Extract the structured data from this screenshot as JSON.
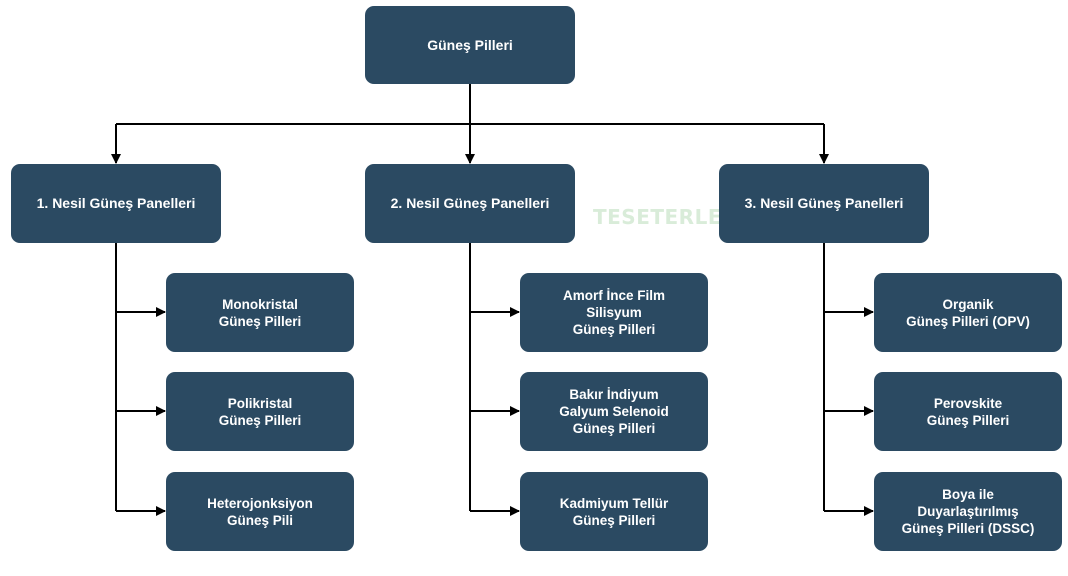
{
  "root": {
    "label": "Güneş Pilleri"
  },
  "generations": [
    {
      "label": "1. Nesil Güneş Panelleri",
      "children": [
        {
          "label": "Monokristal\nGüneş Pilleri"
        },
        {
          "label": "Polikristal\nGüneş Pilleri"
        },
        {
          "label": "Heterojonksiyon\nGüneş Pili"
        }
      ]
    },
    {
      "label": "2. Nesil Güneş Panelleri",
      "children": [
        {
          "label": "Amorf İnce Film\nSilisyum\nGüneş Pilleri"
        },
        {
          "label": "Bakır İndiyum\nGalyum Selenoid\nGüneş Pilleri"
        },
        {
          "label": "Kadmiyum Tellür\nGüneş Pilleri"
        }
      ]
    },
    {
      "label": "3. Nesil Güneş Panelleri",
      "children": [
        {
          "label": "Organik\nGüneş Pilleri (OPV)"
        },
        {
          "label": "Perovskite\nGüneş Pilleri"
        },
        {
          "label": "Boya ile\nDuyarlaştırılmış\nGüneş Pilleri (DSSC)"
        }
      ]
    }
  ],
  "watermark": "TESETERLERI",
  "colors": {
    "node_fill": "#2b4a62",
    "node_text": "#ffffff",
    "connector": "#000000"
  }
}
